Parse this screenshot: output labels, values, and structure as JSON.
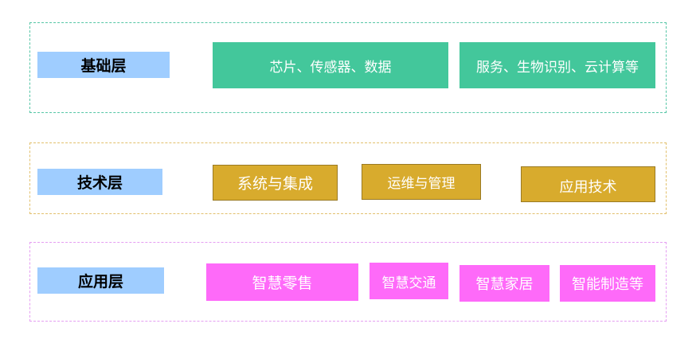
{
  "colors": {
    "label_bg": "#9fcdff",
    "foundation": "#43c79b",
    "technology": "#d8ab2d",
    "application": "#fe6af9",
    "foundation_border": "#56c6a6",
    "technology_border": "#e2c06c",
    "application_border": "#e59ef2"
  },
  "layers": {
    "foundation": {
      "label": "基础层",
      "items": [
        "芯片、传感器、数据",
        "服务、生物识别、云计算等"
      ]
    },
    "technology": {
      "label": "技术层",
      "items": [
        "系统与集成",
        "运维与管理",
        "应用技术"
      ]
    },
    "application": {
      "label": "应用层",
      "items": [
        "智慧零售",
        "智慧交通",
        "智慧家居",
        "智能制造等"
      ]
    }
  }
}
